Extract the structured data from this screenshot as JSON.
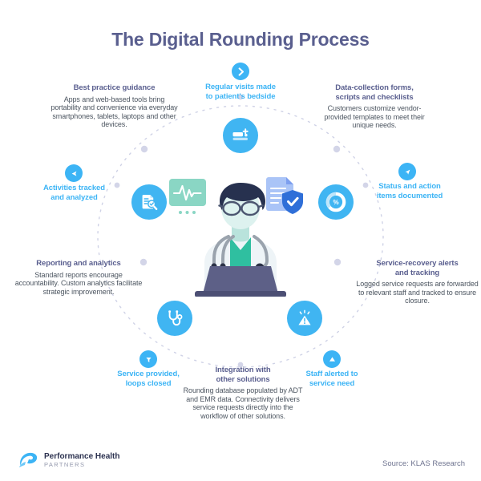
{
  "header": {
    "title": "The Digital Rounding Process"
  },
  "colors": {
    "title": "#5a5f8f",
    "accent_cyan": "#3cb4f5",
    "node_blue": "#40b5f2",
    "heading_navy": "#5a5f8f",
    "body_text": "#4c5560",
    "ring_dash": "#cfd2e6",
    "background": "#ffffff"
  },
  "nodes": [
    {
      "id": "bedside",
      "icon": "hospital-bed-icon"
    },
    {
      "id": "activities",
      "icon": "document-search-icon"
    },
    {
      "id": "status",
      "icon": "donut-percent-icon"
    },
    {
      "id": "service",
      "icon": "stethoscope-icon"
    },
    {
      "id": "alerts",
      "icon": "warning-triangle-icon"
    }
  ],
  "items": {
    "regular_visits": {
      "heading": "Regular visits made\nto patient's bedside",
      "heading_l1": "Regular visits made",
      "heading_l2": "to patient's bedside",
      "badge_icon": "chevron-right-icon"
    },
    "best_practice": {
      "heading": "Best practice guidance",
      "body": "Apps and web-based tools bring portability and convenience via everyday smartphones, tablets, laptops and other devices."
    },
    "data_collection": {
      "heading_l1": "Data-collection forms,",
      "heading_l2": "scripts and checklists",
      "body": "Customers customize vendor-provided templates to meet their unique needs."
    },
    "activities_tracked": {
      "heading_l1": "Activities tracked",
      "heading_l2": "and analyzed",
      "badge_icon": "arrow-left-icon"
    },
    "status_action": {
      "heading_l1": "Status and action",
      "heading_l2": "items documented",
      "badge_icon": "arrow-up-right-icon"
    },
    "reporting": {
      "heading": "Reporting and analytics",
      "body": "Standard reports encourage accountability. Custom analytics facilitate strategic improvement."
    },
    "service_recovery": {
      "heading_l1": "Service-recovery alerts",
      "heading_l2": "and tracking",
      "body": "Logged service requests are forwarded to relevant staff and tracked to ensure closure."
    },
    "service_provided": {
      "heading_l1": "Service provided,",
      "heading_l2": "loops closed",
      "badge_icon": "funnel-icon"
    },
    "integration": {
      "heading_l1": "Integration with",
      "heading_l2": "other solutions",
      "body": "Rounding database populated by ADT and EMR data. Connectivity delivers service requests directly into the workflow of other solutions."
    },
    "staff_alerted": {
      "heading_l1": "Staff alerted to",
      "heading_l2": "service need",
      "badge_icon": "arrow-up-icon"
    }
  },
  "center_illustration": {
    "name": "doctor-at-laptop-illustration",
    "elements": [
      "ecg-monitor-icon",
      "doctor-figure",
      "document-shield-icon",
      "laptop"
    ]
  },
  "footer": {
    "logo_icon": "performance-health-partners-logo",
    "logo_line1": "Performance Health",
    "logo_line2": "PARTNERS",
    "source": "Source: KLAS Research"
  }
}
